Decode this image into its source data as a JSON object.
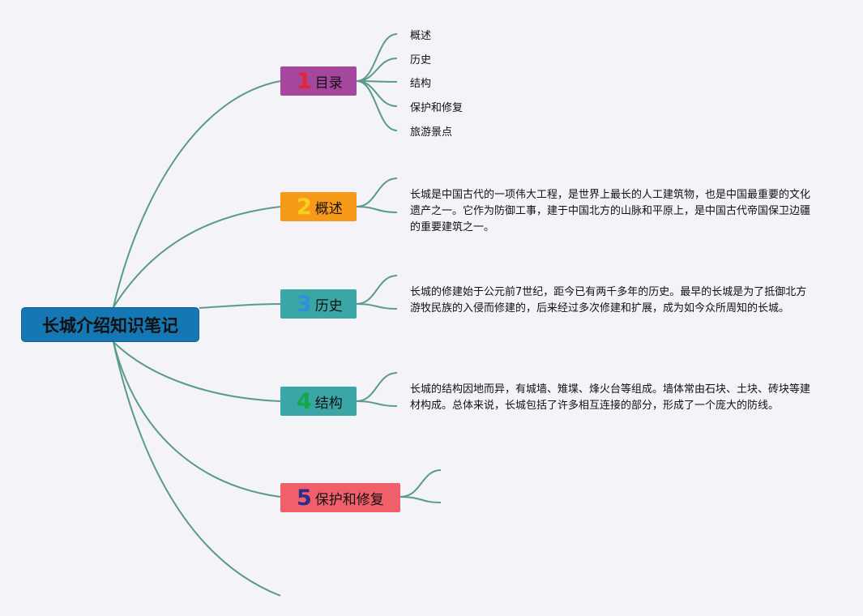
{
  "root": {
    "title": "长城介绍知识笔记"
  },
  "topics": [
    {
      "num": "1",
      "label": "目录",
      "bg": "#a5479c",
      "num_color": "#e8242f"
    },
    {
      "num": "2",
      "label": "概述",
      "bg": "#f89a19",
      "num_color": "#f7d01c"
    },
    {
      "num": "3",
      "label": "历史",
      "bg": "#3aa6a6",
      "num_color": "#2f8fd8"
    },
    {
      "num": "4",
      "label": "结构",
      "bg": "#3aa6a6",
      "num_color": "#13a84a"
    },
    {
      "num": "5",
      "label": "保护和修复",
      "bg": "#f0606a",
      "num_color": "#2b2e8c"
    }
  ],
  "toc": [
    "概述",
    "历史",
    "结构",
    "保护和修复",
    "旅游景点"
  ],
  "details": {
    "overview": "长城是中国古代的一项伟大工程，是世界上最长的人工建筑物，也是中国最重要的文化遗产之一。它作为防御工事，建于中国北方的山脉和平原上，是中国古代帝国保卫边疆的重要建筑之一。",
    "history": "长城的修建始于公元前7世纪，距今已有两千多年的历史。最早的长城是为了抵御北方游牧民族的入侵而修建的，后来经过多次修建和扩展，成为如今众所周知的长城。",
    "structure": "长城的结构因地而异，有城墙、雉堞、烽火台等组成。墙体常由石块、土块、砖块等建材构成。总体来说，长城包括了许多相互连接的部分，形成了一个庞大的防线。"
  },
  "colors": {
    "link": "#5a9a8c"
  }
}
